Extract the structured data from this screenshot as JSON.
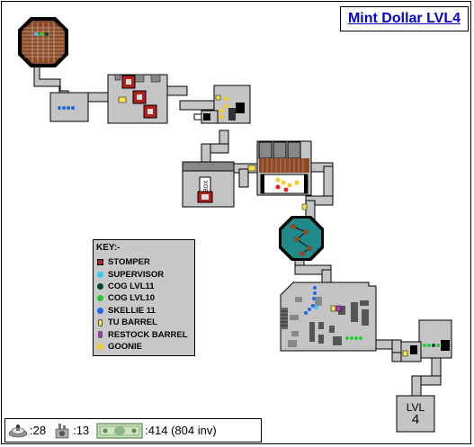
{
  "title": "Mint Dollar LVL4",
  "key": {
    "heading": "KEY:-",
    "items": [
      {
        "label": "STOMPER",
        "color": "#b32020",
        "shape": "square",
        "icon": "stomper-icon"
      },
      {
        "label": "SUPERVISOR",
        "color": "#33ccee",
        "shape": "round",
        "icon": "supervisor-icon"
      },
      {
        "label": "COG LVL11",
        "color": "#004433",
        "shape": "round",
        "icon": "cog-lvl11-icon"
      },
      {
        "label": "COG LVL10",
        "color": "#22cc33",
        "shape": "round",
        "icon": "cog-lvl10-icon"
      },
      {
        "label": "SKELLIE 11",
        "color": "#2266ee",
        "shape": "round",
        "icon": "skellie-icon"
      },
      {
        "label": "TU BARREL",
        "color": "#f4e04a",
        "shape": "barrel",
        "icon": "tu-barrel-icon"
      },
      {
        "label": "RESTOCK BARREL",
        "color": "#bb33cc",
        "shape": "barrel",
        "icon": "restock-barrel-icon"
      },
      {
        "label": "GOONIE",
        "color": "#f2cc22",
        "shape": "round",
        "icon": "goonie-icon"
      }
    ]
  },
  "stats": {
    "cogs": ":28",
    "factory": ":13",
    "money": ":414 (804 inv)"
  },
  "exit": {
    "line1": "LVL",
    "line2": "4"
  },
  "map_labels": {
    "box": "BOX"
  },
  "colors": {
    "room": "#c4c4c4",
    "wall": "#000000",
    "brown_room": "#8b4a28",
    "teal_room": "#208a8a",
    "stomper": "#b32020"
  }
}
